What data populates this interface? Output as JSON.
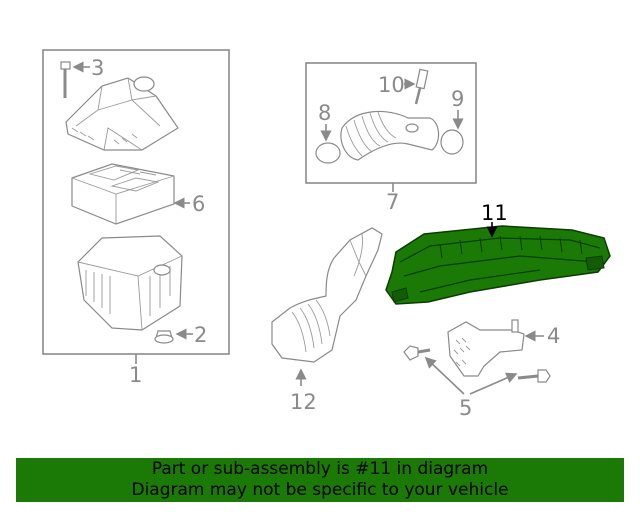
{
  "callouts": {
    "c1": "1",
    "c2": "2",
    "c3": "3",
    "c4": "4",
    "c5": "5",
    "c6": "6",
    "c7": "7",
    "c8": "8",
    "c9": "9",
    "c10": "10",
    "c11": "11",
    "c12": "12"
  },
  "highlight": {
    "part_number": "11",
    "color": "#1a7a05"
  },
  "banner": {
    "line1": "Part or sub-assembly is #11 in diagram",
    "line2": "Diagram may not be specific to your vehicle"
  }
}
